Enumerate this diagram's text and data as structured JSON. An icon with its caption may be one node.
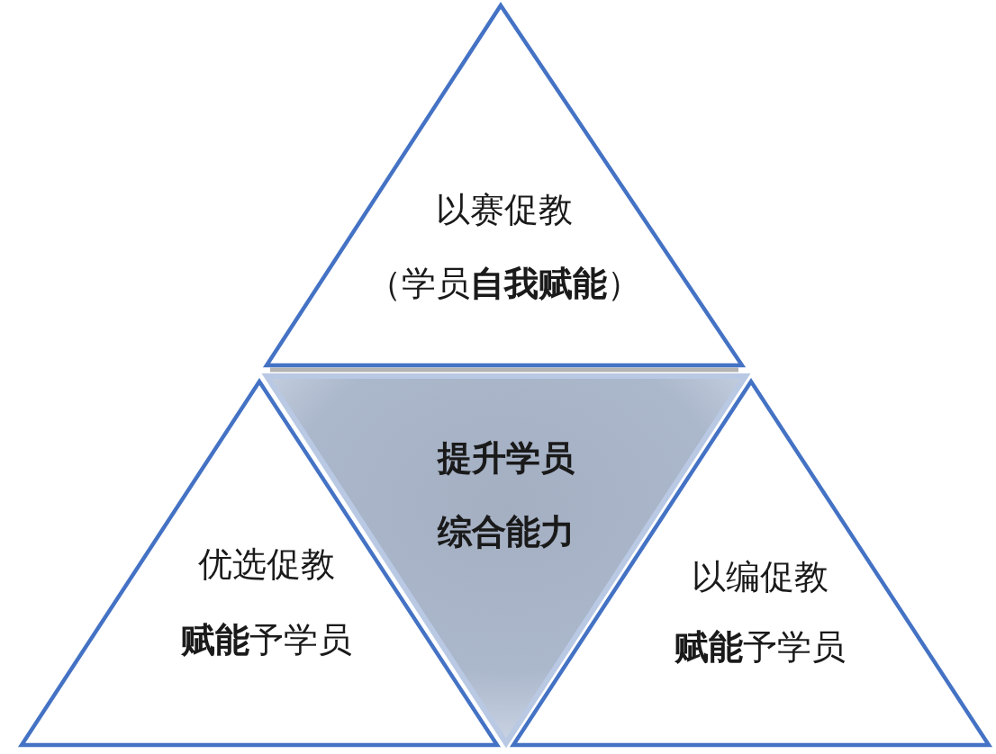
{
  "diagram": {
    "nodes": [
      {
        "text": [
          "以赛促教",
          "（学员**自我赋能**）"
        ]
      },
      {
        "text": [
          "优选促教",
          "**赋能**予学员"
        ]
      },
      {
        "text": [
          "提升学员综合能力"
        ]
      },
      {
        "text": [
          "以编促教",
          "**赋能**予学员"
        ]
      }
    ]
  }
}
